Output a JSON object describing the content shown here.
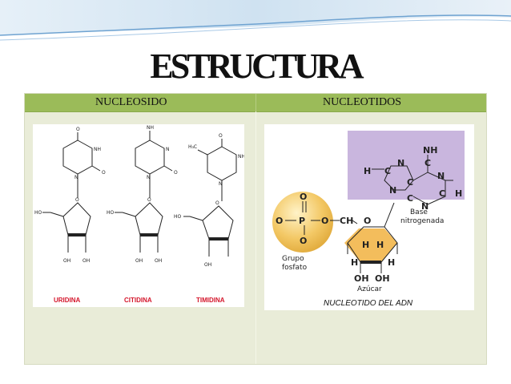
{
  "slide": {
    "title": "ESTRUCTURA"
  },
  "table": {
    "headers": [
      "NUCLEOSIDO",
      "NUCLEOTIDOS"
    ]
  },
  "nucleosidos": {
    "labels": [
      "URIDINA",
      "CITIDINA",
      "TIMIDINA"
    ]
  },
  "nucleotido": {
    "grupo_fosfato": "Grupo fosfato",
    "grupo_line1": "Grupo",
    "grupo_line2": "fosfato",
    "base_line1": "Base",
    "base_line2": "nitrogenada",
    "azucar": "Azúcar",
    "caption": "NUCLEOTIDO DEL ADN"
  },
  "colors": {
    "header_green": "#9bbb59",
    "cell_bg": "#e9ecd8",
    "phosphate": "#f0c25a",
    "base_box": "#c9b6de",
    "sugar": "#f2b64a",
    "nucleoside_label": "#d4162b"
  }
}
